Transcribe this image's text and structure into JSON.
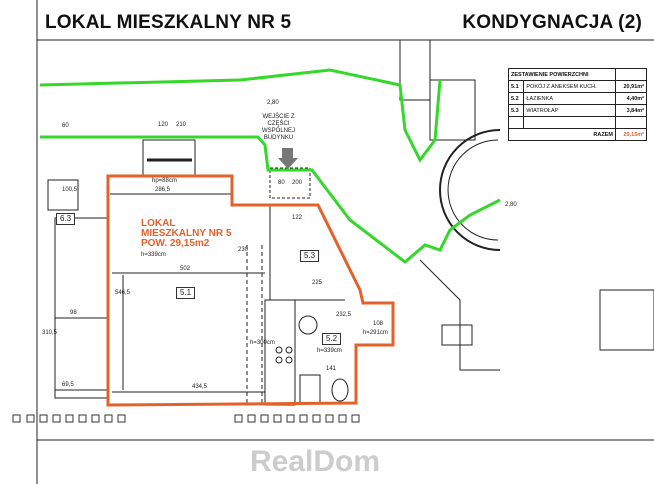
{
  "header": {
    "title_left": "LOKAL MIESZKALNY NR 5",
    "title_right": "KONDYGNACJA (2)"
  },
  "summary_table": {
    "title": "ZESTAWIENIE POWIERZCHNI",
    "rows": [
      {
        "no": "5.1",
        "name": "POKÓJ Z ANEKSEM KUCH.",
        "area": "20,91m²"
      },
      {
        "no": "5.2",
        "name": "ŁAZIENKA",
        "area": "4,40m²"
      },
      {
        "no": "5.3",
        "name": "WIATROŁAP",
        "area": "3,84m²"
      }
    ],
    "total_label": "RAZEM",
    "total_value": "29,15m²"
  },
  "plan": {
    "unit_label": [
      "LOKAL",
      "MIESZKALNY NR 5",
      "POW. 29,15m2"
    ],
    "unit_height": "h=339cm",
    "rooms": [
      "5.1",
      "5.2",
      "5.3",
      "6.3"
    ],
    "entrance_label": [
      "WEJŚCIE Z",
      "CZĘŚCI",
      "WSPÓLNEJ",
      "BUDYNKU"
    ],
    "dims": {
      "d120": "120",
      "d210": "210",
      "hp": "hp=88cm",
      "d286": "286,5",
      "d80": "80",
      "d200": "200",
      "d122": "122",
      "d230": "230",
      "d502": "502",
      "d546": "546,5",
      "d225": "225",
      "d2325": "232,5",
      "d108": "108",
      "h291": "h=291cm",
      "h339b": "h=339cm",
      "h300": "h=300cm",
      "d141": "141",
      "d4345": "434,5",
      "d98": "98",
      "d3105": "310,5",
      "d100": "100,5",
      "d2_80a": "2,80",
      "d2_80b": "2,80",
      "d695": "69,5",
      "d60": "60"
    },
    "watermark": "RealDom",
    "colors": {
      "unit_outline": "#e2622a",
      "common_outline": "#35d82a"
    }
  }
}
